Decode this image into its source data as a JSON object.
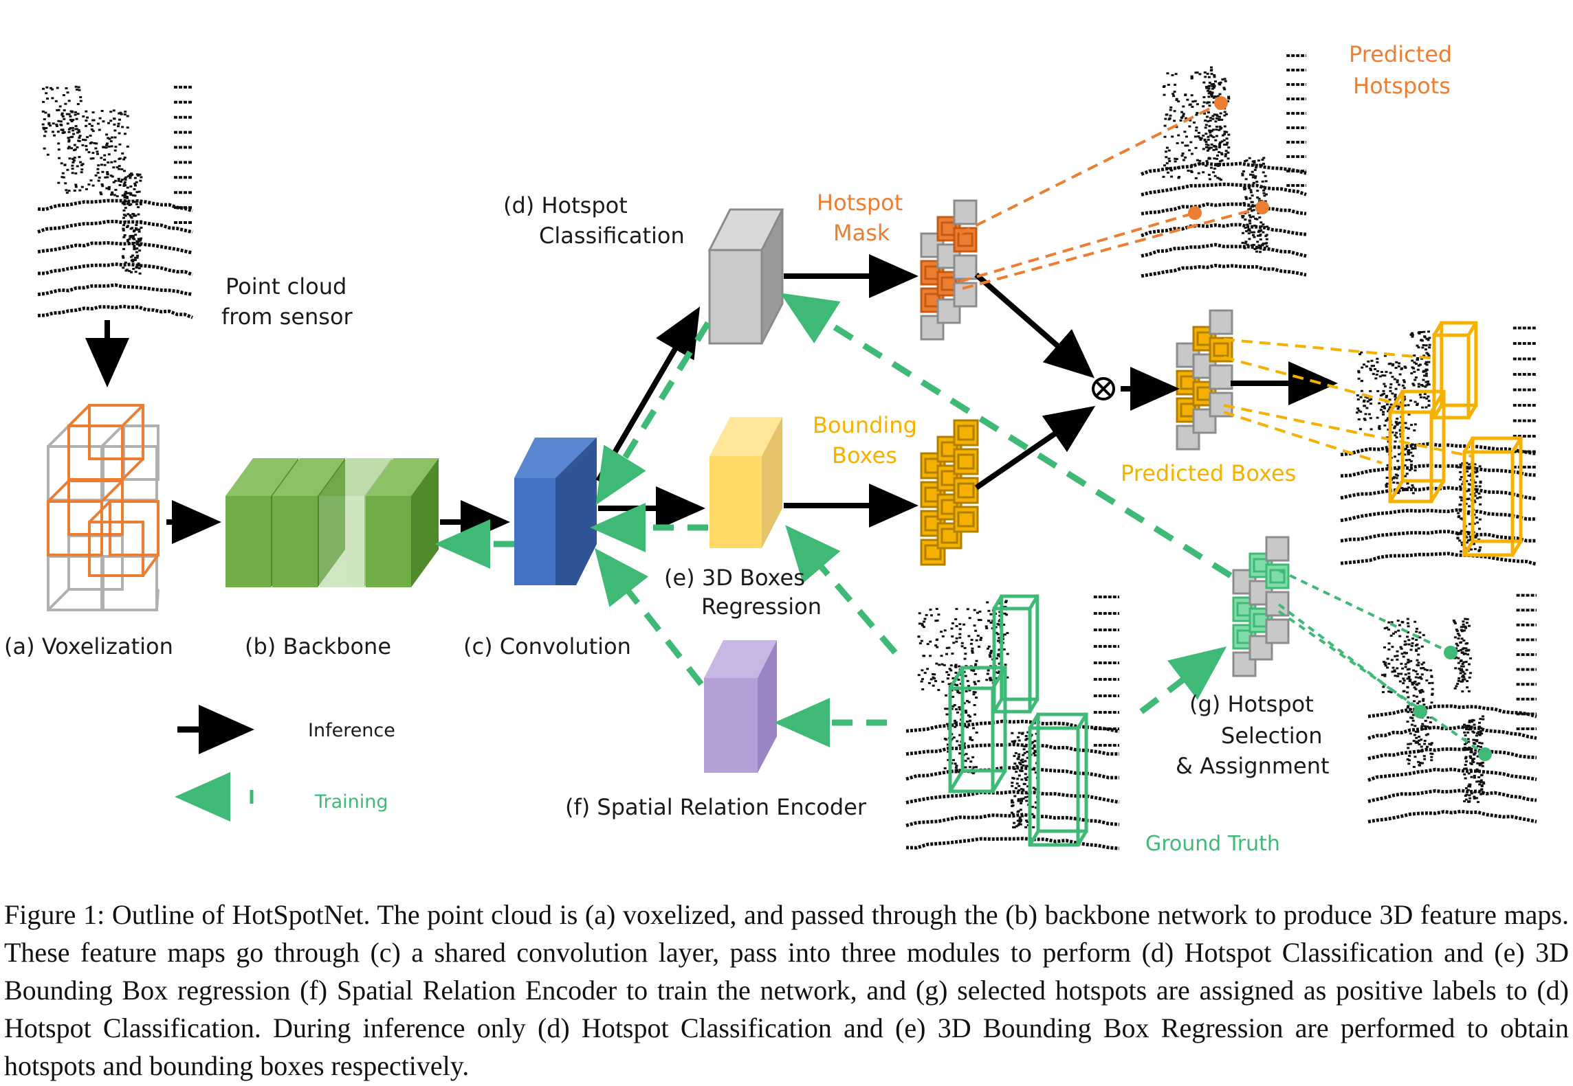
{
  "labels": {
    "voxelization": "(a) Voxelization",
    "backbone": "(b) Backbone",
    "convolution": "(c) Convolution",
    "hotspot_cls": [
      "(d) Hotspot",
      "Classification"
    ],
    "boxes_reg": [
      "(e) 3D Boxes",
      "Regression"
    ],
    "spatial": "(f) Spatial Relation Encoder",
    "hotspot_sel": [
      "(g) Hotspot",
      "Selection",
      "& Assignment"
    ],
    "point_cloud": [
      "Point cloud",
      "from sensor"
    ],
    "hotspot_mask": [
      "Hotspot",
      "Mask"
    ],
    "bounding_boxes": [
      "Bounding",
      "Boxes"
    ],
    "predicted_boxes": "Predicted Boxes",
    "predicted_hotspots": [
      "Predicted",
      "Hotspots"
    ],
    "ground_truth": "Ground Truth"
  },
  "legend": {
    "inference": "Inference",
    "training": "Training"
  },
  "caption": "Figure 1: Outline of HotSpotNet. The point cloud is (a) voxelized, and passed through the (b) backbone network to produce 3D feature maps. These feature maps go through (c) a shared convolution layer, pass into three modules to perform (d) Hotspot Classification and (e) 3D Bounding Box regression (f) Spatial Relation Encoder to train the network, and (g) selected hotspots are assigned as positive labels to (d) Hotspot Classification. During inference only (d) Hotspot Classification and (e) 3D Bounding Box Regression are performed to obtain hotspots and bounding boxes respectively.",
  "colors": {
    "orange": "#ed7d31",
    "yellow": "#f5b000",
    "green": "#3fba76",
    "backbone_green": "#70ad47",
    "conv_blue": "#4472c4",
    "hotspot_gray": "#c0c0c0",
    "boxes_yellow": "#ffd966",
    "encoder_purple": "#b4a0d6"
  },
  "icons": {
    "combine": "circle-times-icon"
  }
}
